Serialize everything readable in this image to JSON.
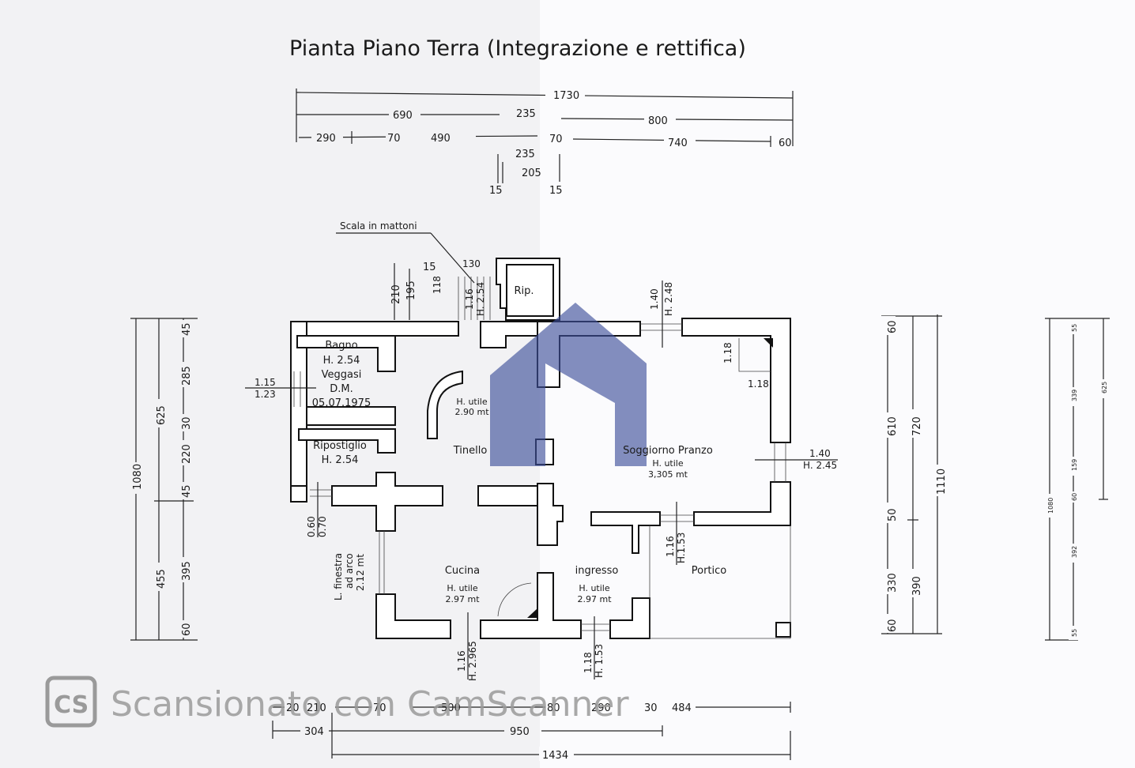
{
  "title": "Pianta Piano Terra (Integrazione e rettifica)",
  "top_dims": {
    "row1": [
      "1730"
    ],
    "row2": [
      "690",
      "235",
      "800"
    ],
    "row3": [
      "290",
      "70",
      "490",
      "70",
      "740",
      "60"
    ],
    "row4": [
      "235",
      "205",
      "15",
      "15"
    ]
  },
  "stair": {
    "label": "Scala in mattoni",
    "dims": [
      "130",
      "15",
      "210",
      "195",
      "118",
      "1.16",
      "H. 2.54"
    ]
  },
  "rooms": {
    "bagno": [
      "Bagno",
      "H. 2.54",
      "Veggasi",
      "D.M.",
      "05.07.1975"
    ],
    "ripostiglio": [
      "Ripostiglio",
      "H. 2.54"
    ],
    "rip": "Rip.",
    "tinello": [
      "Tinello",
      "H. utile",
      "2.90 mt"
    ],
    "soggiorno": [
      "Soggiorno Pranzo",
      "H. utile",
      "3,305 mt"
    ],
    "cucina": [
      "Cucina",
      "H. utile",
      "2.97 mt"
    ],
    "ingresso": [
      "ingresso",
      "H. utile",
      "2.97 mt"
    ],
    "portico": "Portico"
  },
  "openings": {
    "bagno_window": [
      "1.15",
      "1.23"
    ],
    "rip_window": [
      "0.60",
      "0.70"
    ],
    "arch_window": [
      "L. finestra",
      "ad arco",
      "2.12 mt"
    ],
    "soggiorno_top": [
      "1.40",
      "H. 2.48"
    ],
    "soggiorno_right": [
      "1.40",
      "H. 2.45"
    ],
    "corner": [
      "1.18",
      "1.18"
    ],
    "portico_door": [
      "1.16",
      "H.1.53"
    ],
    "cucina_door": [
      "1.16",
      "H. 2.965"
    ],
    "ingresso_door": [
      "1.18",
      "H. 1.53"
    ]
  },
  "left_dims": {
    "outer": "1080",
    "mid": [
      "625",
      "455"
    ],
    "inner": [
      "45",
      "285",
      "30",
      "220",
      "45",
      "395",
      "60"
    ]
  },
  "right_dims": {
    "inner": [
      "60",
      "610",
      "50",
      "330",
      "60"
    ],
    "mid": [
      "720",
      "390"
    ],
    "outer": "1110"
  },
  "far_right_dims": {
    "outer": "1080",
    "inner": [
      "55",
      "339",
      "159",
      "60",
      "392",
      "55"
    ],
    "side": "625"
  },
  "bottom_dims": {
    "row1": [
      "20",
      "210",
      "70",
      "500",
      "80",
      "290",
      "30",
      "484"
    ],
    "row2": [
      "304",
      "950"
    ],
    "row3": [
      "1434"
    ]
  },
  "watermark": {
    "logo": "CS",
    "text": "Scansionato con CamScanner"
  },
  "colors": {
    "logo_overlay": "#3d4f9a",
    "ink": "#111111"
  }
}
